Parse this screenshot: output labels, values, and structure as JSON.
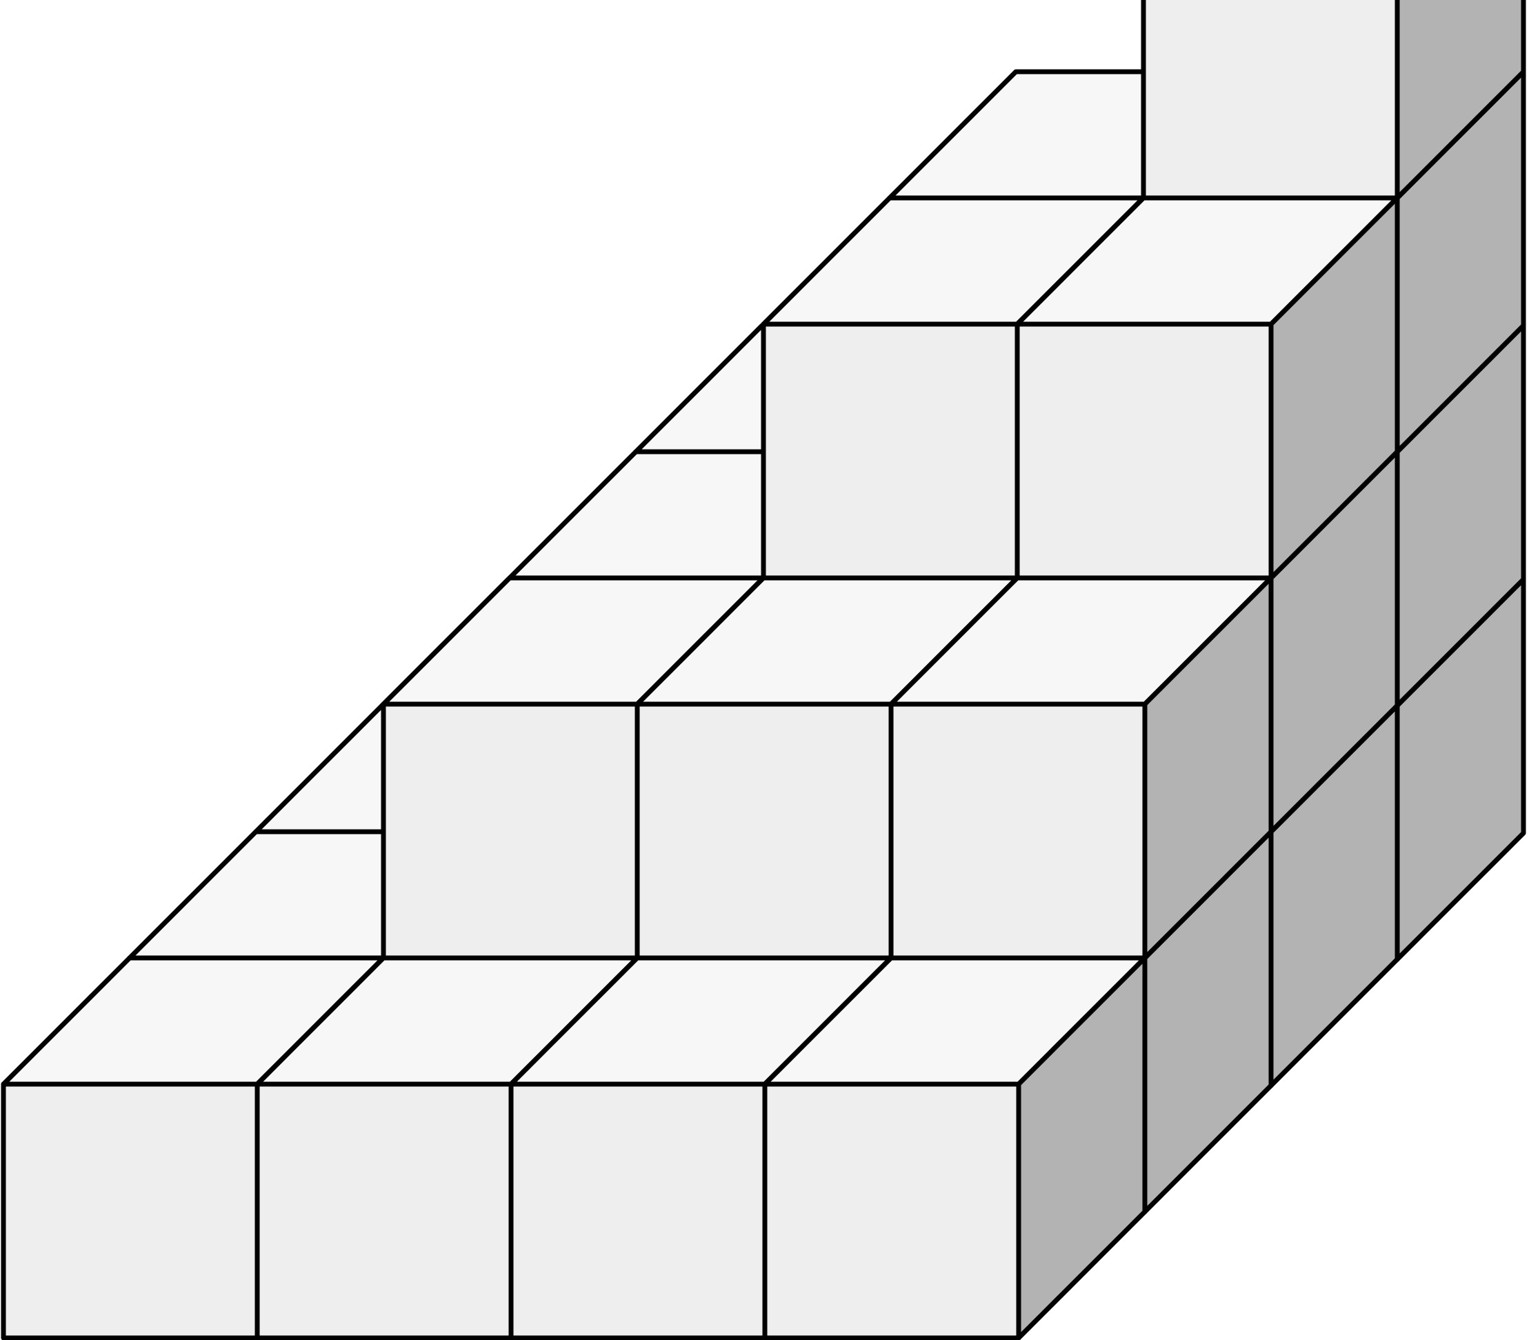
{
  "figure": {
    "description_type": "isometric cube pyramid",
    "colors": {
      "top_face": "#f7f7f7",
      "front_face": "#eeeeee",
      "side_face": "#b3b3b3",
      "outline": "#000000",
      "background": "#ffffff"
    },
    "layers": [
      {
        "level": 1,
        "grid": [
          4,
          4
        ],
        "cube_count": 16
      },
      {
        "level": 2,
        "grid": [
          3,
          3
        ],
        "cube_count": 9
      },
      {
        "level": 3,
        "grid": [
          2,
          2
        ],
        "cube_count": 4
      },
      {
        "level": 4,
        "grid": [
          1,
          1
        ],
        "cube_count": 1
      }
    ]
  }
}
